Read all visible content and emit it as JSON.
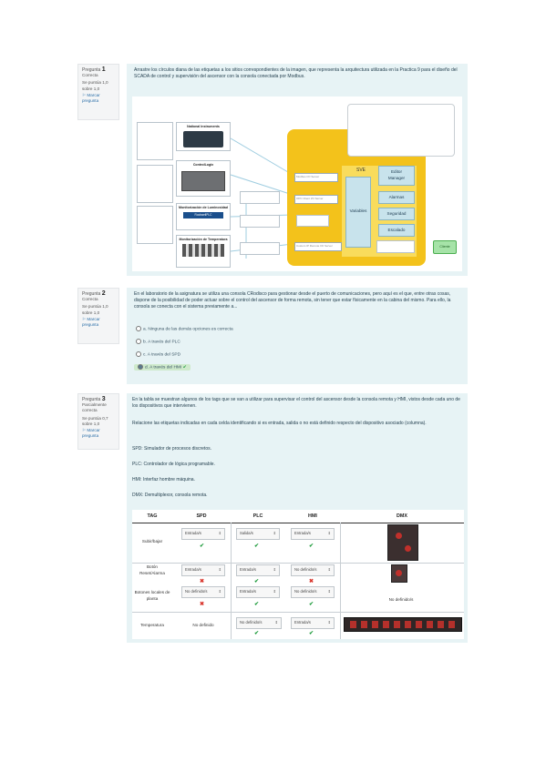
{
  "q1": {
    "info": {
      "label": "Pregunta",
      "number": "1",
      "status": "Correcta",
      "score": "Se puntúa 1,0 sobre 1,0",
      "flag": "Marcar pregunta"
    },
    "text": "Arrastre los círculos diana de las etiquetas a los sitios correspondientes de la imagen, que representa la arquitectura utilizada en la Practica 9 para el diseño del SCADA de control y supervisión del ascensor con la consola conectada por Modbus.",
    "devices": [
      "National Instruments",
      "ControlLogix",
      "Monitorización de Luminosidad",
      "Monitorización de Temperatura"
    ],
    "server_labels": [
      "Modbus I/O Server",
      "OPC Client I/O Server",
      "Custom IP Remote I/O Server"
    ],
    "sve": {
      "title": "SVE",
      "variables": "Variables",
      "editor": "Editor",
      "manager": "Manager",
      "alarmas": "Alarmas",
      "seguridad": "Seguridad",
      "escalado": "Escalado",
      "cliente": "Cliente"
    },
    "rockwell": "RockwellPLC"
  },
  "q2": {
    "info": {
      "label": "Pregunta",
      "number": "2",
      "status": "Correcta",
      "score": "Se puntúa 1,0 sobre 1,0",
      "flag": "Marcar pregunta"
    },
    "text": "En el laboratorio de la asignatura se utiliza una consola CRodisco para gestionar desde el puerto de comunicaciones, pero aquí es el que, entre otras cosas, dispone de la posibilidad de poder actuar sobre el control del ascensor de forma remota, sin tener que estar físicamente en la cabina del mismo. Para ello, la consola se conecta con el sistema previamente a...",
    "options": [
      "a. Ninguna de las demás opciones es correcta",
      "b. A través del PLC",
      "c. A través del SPD",
      "d. A través del HMI"
    ]
  },
  "q3": {
    "info": {
      "label": "Pregunta",
      "number": "3",
      "status": "Parcialmente correcta",
      "score": "Se puntúa 0,7 sobre 1,0",
      "flag": "Marcar pregunta"
    },
    "text1": "En la tabla se muestran algunos de los tags que se van a utilizar para supervisar el control del ascensor desde la consola remota y HMI, vistos desde cada uno de los dispositivos que intervienen.",
    "text2": "Relacione las etiquetas indicadas en cada celda identificando si es entrada, salida o no está definido respecto del dispositivo asociado (columna).",
    "defs": [
      "SPD: Simulador de procesos discretos.",
      "PLC: Controlador de lógica programable.",
      "HMI: Interfaz hombre máquina.",
      "DMX: Demultiplexor, consola remota."
    ],
    "headers": [
      "TAG",
      "SPD",
      "PLC",
      "HMI",
      "DMX"
    ],
    "rows": [
      {
        "tag": "Subir/bajar",
        "spd": "Entrada/s",
        "plc": "Salida/s",
        "hmi": "Entrada/s"
      },
      {
        "tag": "Botón Reset/Alarma",
        "spd": "Entrada/s",
        "plc": "Entrada/s",
        "hmi": "No definido/s"
      },
      {
        "tag": "Botones locales de planta",
        "spd": "No definido/s",
        "plc": "Entrada/s",
        "hmi": "No definido/s"
      },
      {
        "tag": "Temperatura",
        "spd": "No definido",
        "plc": "No definido/s",
        "hmi": "Entrada/s"
      }
    ],
    "dmx_text": "No definido/s"
  },
  "colors": {
    "accent_yellow": "#f3c21b",
    "panel_bg": "#e7f3f5",
    "ok": "#1c9a3a",
    "bad": "#d9342b"
  }
}
